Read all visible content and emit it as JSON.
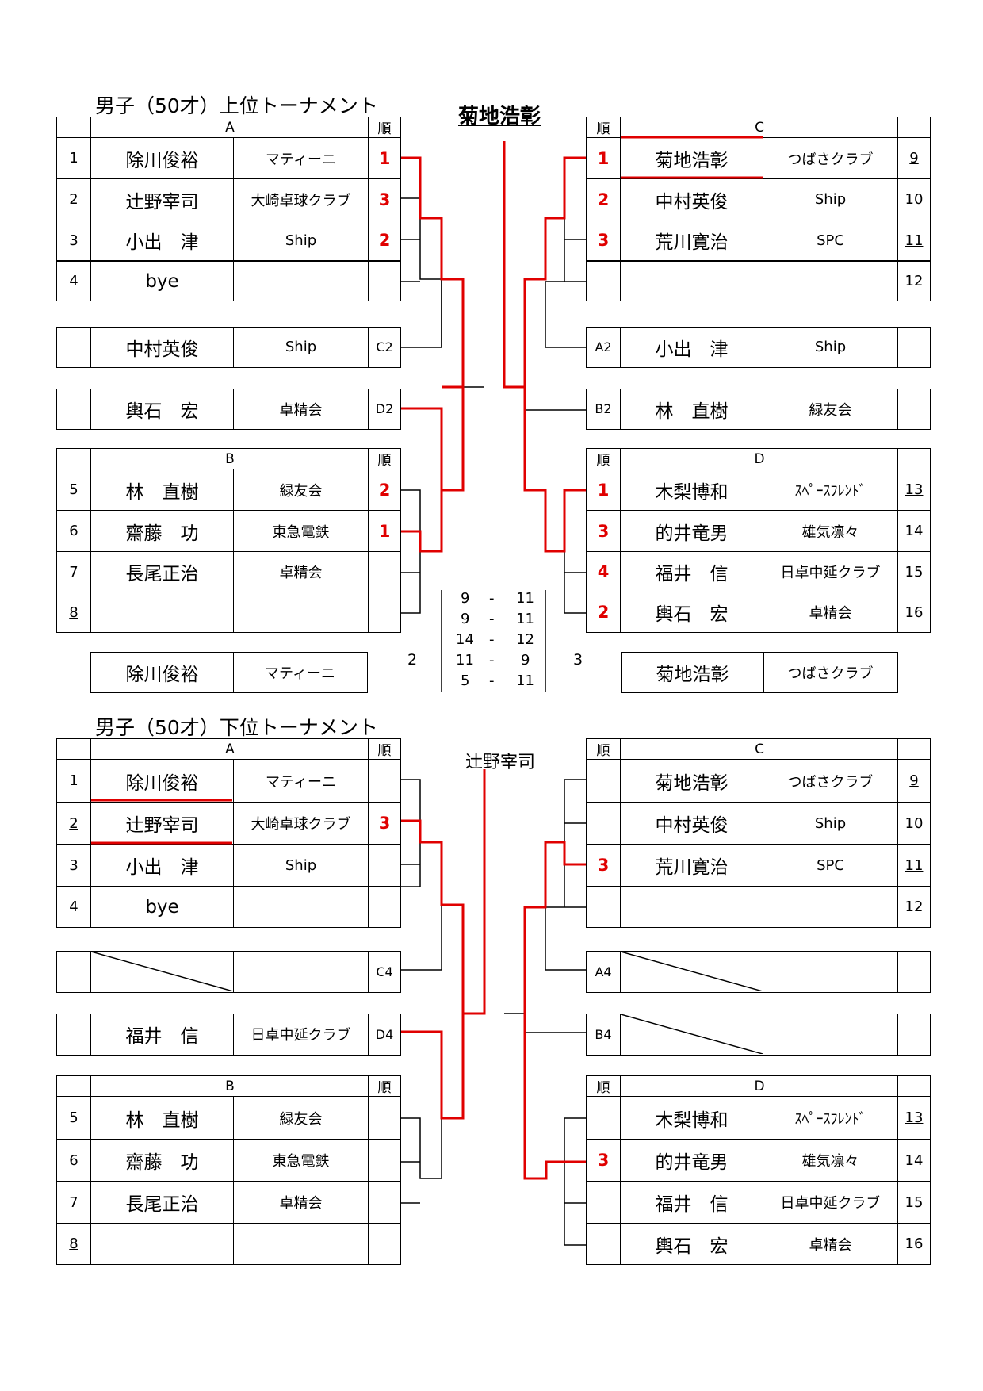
{
  "upper": {
    "title": "男子（50才）上位トーナメント",
    "champion": "菊地浩彰",
    "rank_header": "順",
    "groupA": {
      "label": "A",
      "rows": [
        {
          "no": "1",
          "name": "除川俊裕",
          "club": "マティーニ",
          "rank": "1"
        },
        {
          "no": "2",
          "name": "辻野宰司",
          "club": "大崎卓球クラブ",
          "rank": "3"
        },
        {
          "no": "3",
          "name": "小出　津",
          "club": "Ship",
          "rank": "2"
        },
        {
          "no": "4",
          "name": "bye",
          "club": "",
          "rank": ""
        }
      ]
    },
    "groupB": {
      "label": "B",
      "rows": [
        {
          "no": "5",
          "name": "林　直樹",
          "club": "緑友会",
          "rank": "2"
        },
        {
          "no": "6",
          "name": "齋藤　功",
          "club": "東急電鉄",
          "rank": "1"
        },
        {
          "no": "7",
          "name": "長尾正治",
          "club": "卓精会",
          "rank": ""
        },
        {
          "no": "8",
          "name": "",
          "club": "",
          "rank": ""
        }
      ]
    },
    "groupC": {
      "label": "C",
      "rows": [
        {
          "no": "9",
          "name": "菊地浩彰",
          "club": "つばさクラブ",
          "rank": "1"
        },
        {
          "no": "10",
          "name": "中村英俊",
          "club": "Ship",
          "rank": "2"
        },
        {
          "no": "11",
          "name": "荒川寛治",
          "club": "SPC",
          "rank": "3"
        },
        {
          "no": "12",
          "name": "",
          "club": "",
          "rank": ""
        }
      ]
    },
    "groupD": {
      "label": "D",
      "rows": [
        {
          "no": "13",
          "name": "木梨博和",
          "club": "ｽﾍﾟｰｽﾌﾚﾝﾄﾞ",
          "rank": "1"
        },
        {
          "no": "14",
          "name": "的井竜男",
          "club": "雄気凛々",
          "rank": "3"
        },
        {
          "no": "15",
          "name": "福井　信",
          "club": "日卓中延クラブ",
          "rank": "4"
        },
        {
          "no": "16",
          "name": "輿石　宏",
          "club": "卓精会",
          "rank": "2"
        }
      ]
    },
    "seed_left_1": {
      "name": "中村英俊",
      "club": "Ship",
      "tag": "C2"
    },
    "seed_left_2": {
      "name": "輿石　宏",
      "club": "卓精会",
      "tag": "D2"
    },
    "seed_right_1": {
      "name": "小出　津",
      "club": "Ship",
      "tag": "A2"
    },
    "seed_right_2": {
      "name": "林　直樹",
      "club": "緑友会",
      "tag": "B2"
    },
    "final": {
      "left": {
        "name": "除川俊裕",
        "club": "マティーニ"
      },
      "right": {
        "name": "菊地浩彰",
        "club": "つばさクラブ"
      },
      "left_games": "2",
      "right_games": "3",
      "scores": [
        [
          "9",
          "-",
          "11"
        ],
        [
          "9",
          "-",
          "11"
        ],
        [
          "14",
          "-",
          "12"
        ],
        [
          "11",
          "-",
          "9"
        ],
        [
          "5",
          "-",
          "11"
        ]
      ]
    }
  },
  "lower": {
    "title": "男子（50才）下位トーナメント",
    "champion": "辻野宰司",
    "rank_header": "順",
    "groupA": {
      "label": "A",
      "rows": [
        {
          "no": "1",
          "name": "除川俊裕",
          "club": "マティーニ",
          "rank": ""
        },
        {
          "no": "2",
          "name": "辻野宰司",
          "club": "大崎卓球クラブ",
          "rank": "3"
        },
        {
          "no": "3",
          "name": "小出　津",
          "club": "Ship",
          "rank": ""
        },
        {
          "no": "4",
          "name": "bye",
          "club": "",
          "rank": ""
        }
      ]
    },
    "groupB": {
      "label": "B",
      "rows": [
        {
          "no": "5",
          "name": "林　直樹",
          "club": "緑友会",
          "rank": ""
        },
        {
          "no": "6",
          "name": "齋藤　功",
          "club": "東急電鉄",
          "rank": ""
        },
        {
          "no": "7",
          "name": "長尾正治",
          "club": "卓精会",
          "rank": ""
        },
        {
          "no": "8",
          "name": "",
          "club": "",
          "rank": ""
        }
      ]
    },
    "groupC": {
      "label": "C",
      "rows": [
        {
          "no": "9",
          "name": "菊地浩彰",
          "club": "つばさクラブ",
          "rank": ""
        },
        {
          "no": "10",
          "name": "中村英俊",
          "club": "Ship",
          "rank": ""
        },
        {
          "no": "11",
          "name": "荒川寛治",
          "club": "SPC",
          "rank": "3"
        },
        {
          "no": "12",
          "name": "",
          "club": "",
          "rank": ""
        }
      ]
    },
    "groupD": {
      "label": "D",
      "rows": [
        {
          "no": "13",
          "name": "木梨博和",
          "club": "ｽﾍﾟｰｽﾌﾚﾝﾄﾞ",
          "rank": ""
        },
        {
          "no": "14",
          "name": "的井竜男",
          "club": "雄気凛々",
          "rank": "3"
        },
        {
          "no": "15",
          "name": "福井　信",
          "club": "日卓中延クラブ",
          "rank": ""
        },
        {
          "no": "16",
          "name": "輿石　宏",
          "club": "卓精会",
          "rank": ""
        }
      ]
    },
    "seed_left_1": {
      "name": "",
      "club": "",
      "tag": "C4"
    },
    "seed_left_2": {
      "name": "福井　信",
      "club": "日卓中延クラブ",
      "tag": "D4"
    },
    "seed_right_1": {
      "name": "",
      "club": "",
      "tag": "A4"
    },
    "seed_right_2": {
      "name": "",
      "club": "",
      "tag": "B4"
    }
  },
  "colors": {
    "highlight": "#e00000",
    "line": "#000000"
  }
}
